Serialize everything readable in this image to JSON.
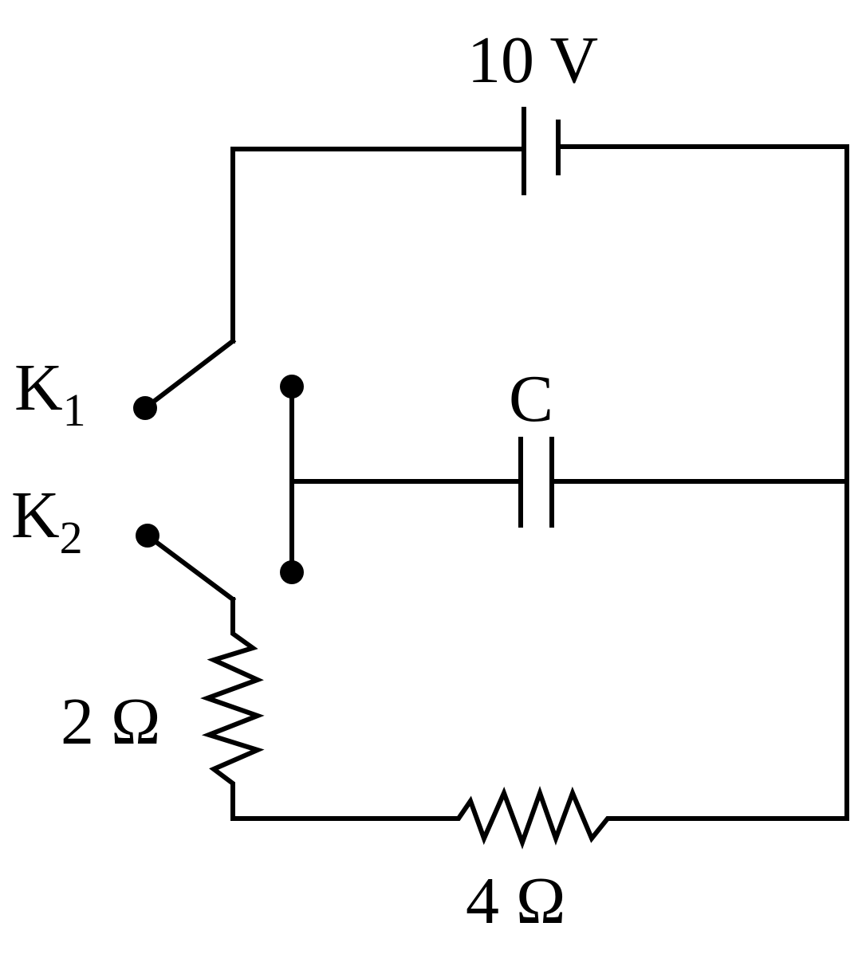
{
  "labels": {
    "battery": "10 V",
    "capacitor": "C",
    "switch1": {
      "letter": "K",
      "sub": "1"
    },
    "switch2": {
      "letter": "K",
      "sub": "2"
    },
    "resistor_left": "2 Ω",
    "resistor_bottom": "4 Ω"
  }
}
